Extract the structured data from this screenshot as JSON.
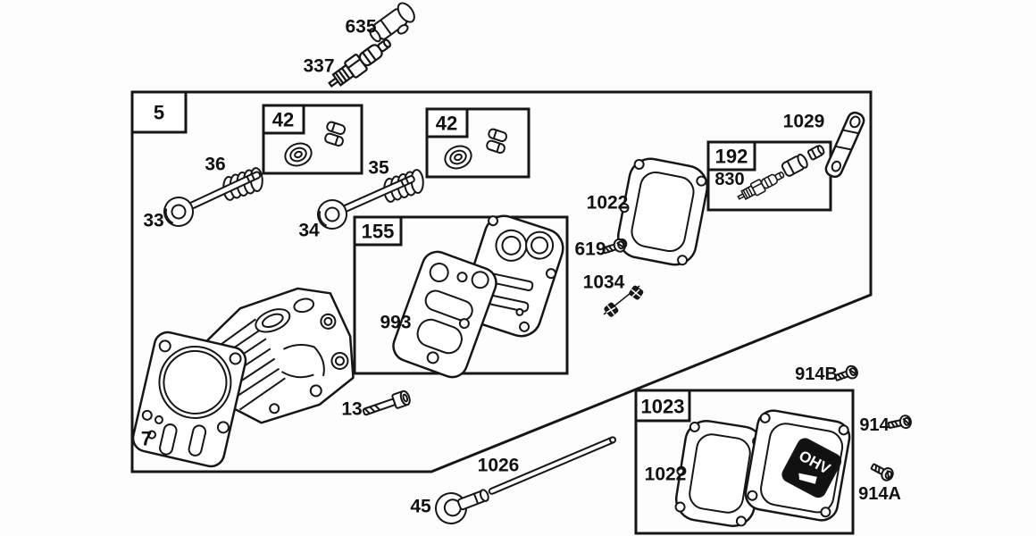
{
  "figure": {
    "background": "#fdfdfd",
    "line_color": "#161616",
    "badge_bg": "#111111",
    "group_box": {
      "label": "5"
    },
    "callouts": {
      "c635": "635",
      "c337": "337",
      "c42_left": "42",
      "c42_right": "42",
      "c36": "36",
      "c33": "33",
      "c35": "35",
      "c34": "34",
      "c155": "155",
      "c993": "993",
      "c1022_upper": "1022",
      "c619": "619",
      "c1034": "1034",
      "c192": "192",
      "c830": "830",
      "c1029": "1029",
      "c7": "7",
      "c13": "13",
      "c1026": "1026",
      "c45": "45",
      "c1023": "1023",
      "c1022_lower": "1022",
      "c914B": "914B",
      "c914": "914",
      "c914A": "914A"
    },
    "cover_badge_text": "OHV"
  }
}
